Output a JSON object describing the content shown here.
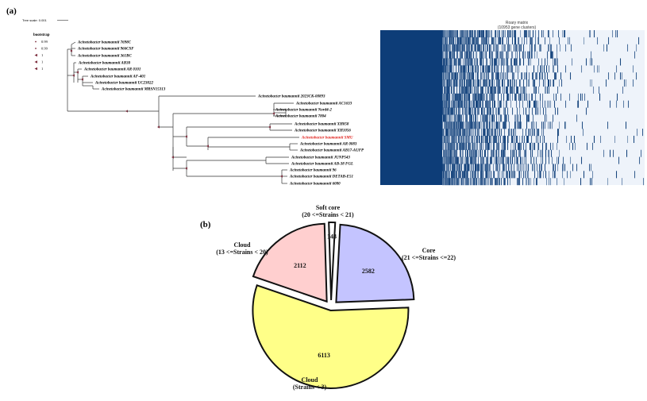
{
  "panel_a": {
    "letter": "(a)",
    "tree_scale": "Tree scale: 0.001",
    "bootstrap": {
      "title": "bootstrap",
      "entries": [
        "0.99",
        "0.99",
        "1",
        "1",
        "1"
      ]
    },
    "taxa": [
      {
        "label": "Acinetobacter baumannii 7698C",
        "highlight": false
      },
      {
        "label": "Acinetobacter baumannii 966CSF",
        "highlight": false
      },
      {
        "label": "Acinetobacter baumannii 361BC",
        "highlight": false
      },
      {
        "label": "Acinetobacter baumannii AB30",
        "highlight": false
      },
      {
        "label": "Acinetobacter baumannii AR 0101",
        "highlight": false
      },
      {
        "label": "Acinetobacter baumannii AF-401",
        "highlight": false
      },
      {
        "label": "Acinetobacter baumannii UC23022",
        "highlight": false
      },
      {
        "label": "Acinetobacter baumannii MRSN15313",
        "highlight": false
      },
      {
        "label": "Acinetobacter baumannii 2023CK-00893",
        "highlight": false
      },
      {
        "label": "Acinetobacter baumannii AC1633",
        "highlight": false
      },
      {
        "label": "Acinetobacter baumannii Nord4-2",
        "highlight": false
      },
      {
        "label": "Acinetobacter baumannii 7804",
        "highlight": false
      },
      {
        "label": "Acinetobacter baumannii XH858",
        "highlight": false
      },
      {
        "label": "Acinetobacter baumannii XH1056",
        "highlight": false
      },
      {
        "label": "Acinetobacter baumannii SMU",
        "highlight": true
      },
      {
        "label": "Acinetobacter baumannii AR 0083",
        "highlight": false
      },
      {
        "label": "Acinetobacter baumannii AB17-AUFP",
        "highlight": false
      },
      {
        "label": "Acinetobacter baumannii JUNP543",
        "highlight": false
      },
      {
        "label": "Acinetobacter baumannii AB-38 FGL",
        "highlight": false
      },
      {
        "label": "Acinetobacter baumannii 96",
        "highlight": false
      },
      {
        "label": "Acinetobacter baumannii DETAB-E51",
        "highlight": false
      },
      {
        "label": "Acinetobacter baumannii 6080",
        "highlight": false
      }
    ],
    "matrix": {
      "title": "Roary matrix",
      "subtitle": "(10953 gene clusters)"
    }
  },
  "panel_b": {
    "letter": "(b)"
  },
  "chart_data": {
    "type": "pie",
    "title": "",
    "slices": [
      {
        "name": "Core",
        "range": "(21 <=Strains <=22)",
        "value": 2582,
        "color": "#c4c4ff",
        "exploded": true
      },
      {
        "name": "Cloud",
        "range": "(Strains < 3)",
        "value": 6113,
        "color": "#ffff88",
        "exploded": true
      },
      {
        "name": "Cloud",
        "range": "(13 <=Strains < 20)",
        "value": 2112,
        "color": "#ffcfcf",
        "exploded": true
      },
      {
        "name": "Soft core",
        "range": "(20 <=Strains < 21)",
        "value": 143,
        "color": "#ffffff",
        "exploded": true
      }
    ],
    "colors": {
      "outline": "#111111"
    }
  },
  "colors": {
    "matrix_dark": "#0d3d78",
    "matrix_light": "#eef3fa",
    "branch": "#333333",
    "bootstrap_dot": "#7a2a3a",
    "highlight": "#e0201b"
  }
}
